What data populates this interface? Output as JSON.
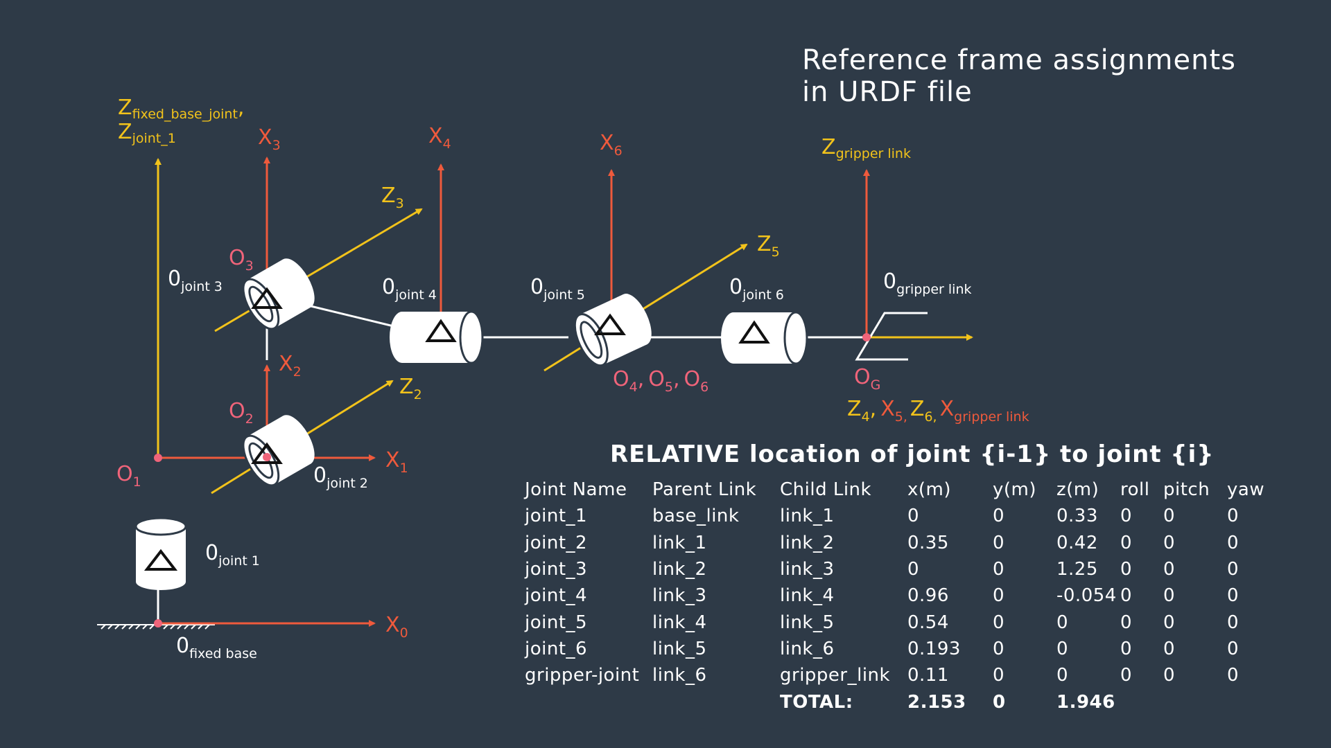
{
  "title": {
    "line1": "Reference frame assignments",
    "line2": "in URDF file"
  },
  "colors": {
    "background": "#2e3a47",
    "x_axis": "#ef5a3c",
    "z_axis": "#f2c31b",
    "origin": "#f0647a",
    "link": "#ffffff"
  },
  "labels": {
    "z_fixed_base": {
      "main": "Z",
      "sub": "fixed_base_joint",
      "suffix": ","
    },
    "z_joint1": {
      "main": "Z",
      "sub": "joint_1"
    },
    "x3": {
      "main": "X",
      "sub": "3"
    },
    "x4": {
      "main": "X",
      "sub": "4"
    },
    "x6": {
      "main": "X",
      "sub": "6"
    },
    "z_gripper": {
      "main": "Z",
      "sub": "gripper link"
    },
    "z3": {
      "main": "Z",
      "sub": "3"
    },
    "z5": {
      "main": "Z",
      "sub": "5"
    },
    "z2": {
      "main": "Z",
      "sub": "2"
    },
    "x2": {
      "main": "X",
      "sub": "2"
    },
    "x1": {
      "main": "X",
      "sub": "1"
    },
    "x0": {
      "main": "X",
      "sub": "0"
    },
    "o3": {
      "main": "O",
      "sub": "3"
    },
    "o2": {
      "main": "O",
      "sub": "2"
    },
    "o1": {
      "main": "O",
      "sub": "1"
    },
    "og": {
      "main": "O",
      "sub": "G"
    },
    "o456": {
      "o4": "O",
      "o4sub": "4",
      "o5": "O",
      "o5sub": "5",
      "o6": "O",
      "o6sub": "6",
      "sep": ","
    },
    "bottom_axes": {
      "z4": "Z",
      "z4sub": "4",
      "x5": "X",
      "x5sub": "5,",
      "z6": "Z",
      "z6sub": "6,",
      "xg": "X",
      "xgsub": "gripper link",
      "sep": ","
    },
    "joint3": {
      "main": "0",
      "sub": "joint 3"
    },
    "joint4": {
      "main": "0",
      "sub": "joint 4"
    },
    "joint5": {
      "main": "0",
      "sub": "joint 5"
    },
    "joint6": {
      "main": "0",
      "sub": "joint 6"
    },
    "joint2": {
      "main": "0",
      "sub": "joint 2"
    },
    "joint1": {
      "main": "0",
      "sub": "joint 1"
    },
    "gripper_link": {
      "main": "0",
      "sub": "gripper link"
    },
    "fixed_base": {
      "main": "0",
      "sub": "fixed base"
    }
  },
  "table": {
    "heading": "RELATIVE location of joint {i-1} to joint {i}",
    "columns": [
      "Joint Name",
      "Parent Link",
      "Child Link",
      "x(m)",
      "y(m)",
      "z(m)",
      "roll",
      "pitch",
      "yaw"
    ],
    "rows": [
      [
        "joint_1",
        "base_link",
        "link_1",
        "0",
        "0",
        "0.33",
        "0",
        "0",
        "0"
      ],
      [
        "joint_2",
        "link_1",
        "link_2",
        "0.35",
        "0",
        "0.42",
        "0",
        "0",
        "0"
      ],
      [
        "joint_3",
        "link_2",
        "link_3",
        "0",
        "0",
        "1.25",
        "0",
        "0",
        "0"
      ],
      [
        "joint_4",
        "link_3",
        "link_4",
        "0.96",
        "0",
        "-0.054",
        "0",
        "0",
        "0"
      ],
      [
        "joint_5",
        "link_4",
        "link_5",
        "0.54",
        "0",
        "0",
        "0",
        "0",
        "0"
      ],
      [
        "joint_6",
        "link_5",
        "link_6",
        "0.193",
        "0",
        "0",
        "0",
        "0",
        "0"
      ],
      [
        "gripper-joint",
        "link_6",
        "gripper_link",
        "0.11",
        "0",
        "0",
        "0",
        "0",
        "0"
      ]
    ],
    "total": {
      "label": "TOTAL:",
      "x": "2.153",
      "y": "0",
      "z": "1.946"
    }
  }
}
